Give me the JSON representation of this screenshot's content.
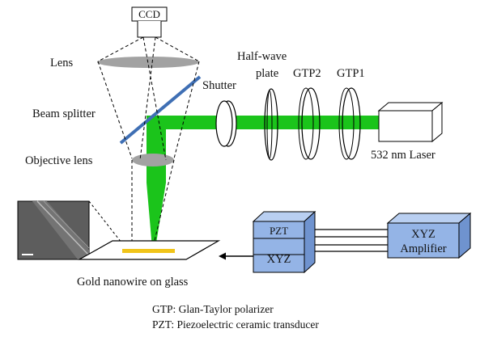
{
  "labels": {
    "ccd": "CCD",
    "lens": "Lens",
    "beam_splitter": "Beam splitter",
    "objective_lens": "Objective lens",
    "shutter": "Shutter",
    "half_wave_1": "Half-wave",
    "half_wave_2": "plate",
    "gtp2": "GTP2",
    "gtp1": "GTP1",
    "laser": "532 nm Laser",
    "pzt": "PZT",
    "xyz_stage": "XYZ",
    "amp_1": "XYZ",
    "amp_2": "Amplifier",
    "sample": "Gold nanowire on glass"
  },
  "legend": {
    "gtp": "GTP: Glan-Taylor polarizer",
    "pzt": "PZT: Piezoelectric ceramic transducer"
  },
  "colors": {
    "beam": "#1bc41b",
    "splitter": "#3f6fb4",
    "lens": "#a2a2a2",
    "nanowire": "#f0c419",
    "pzt_block": "#94b4e6",
    "pzt_block_top": "#b9cff1",
    "pzt_block_side": "#6f93cf"
  }
}
